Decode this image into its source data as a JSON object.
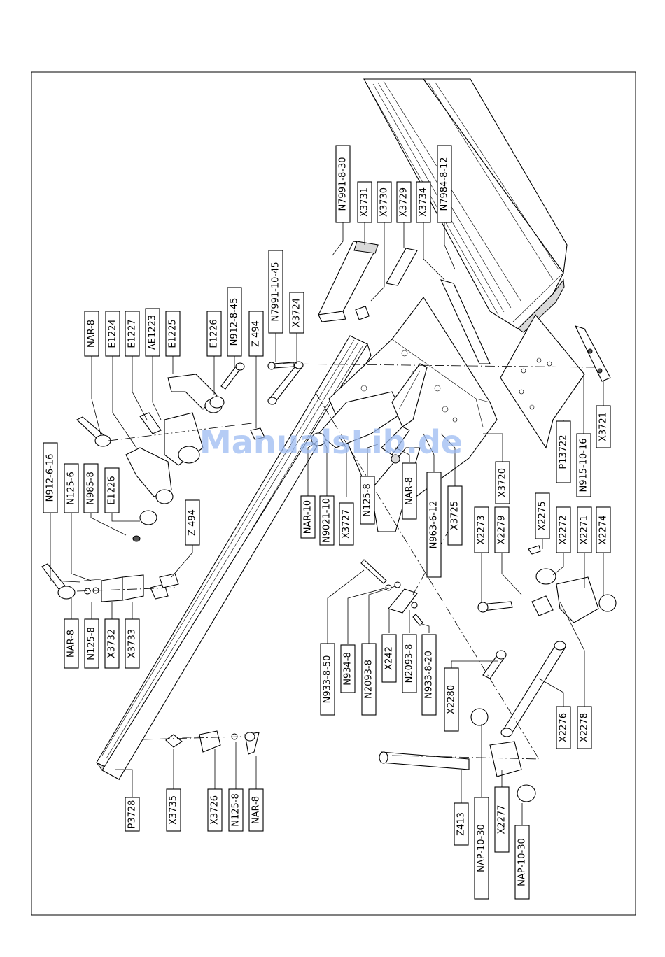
{
  "watermark": "ManualsLib.de",
  "labels": [
    "N7991-8-30",
    "X3731",
    "X3730",
    "X3729",
    "X3734",
    "N7984-8-12",
    "NAR-8",
    "E1224",
    "E1227",
    "AE1223",
    "E1225",
    "E1226",
    "N912-8-45",
    "Z 494",
    "N7991-10-45",
    "X3724",
    "N912-6-16",
    "N125-6",
    "N985-8",
    "E1226",
    "Z 494",
    "NAR-8",
    "N125-8",
    "X3732",
    "X3733",
    "NAR-10",
    "N9021-10",
    "X3727",
    "N125-8",
    "NAR-8",
    "N963-6-12",
    "X3725",
    "X3720",
    "P13722",
    "N915-10-16",
    "X3721",
    "X2275",
    "X2273",
    "X2279",
    "X2272",
    "X2271",
    "X2274",
    "N933-8-50",
    "N934-8",
    "N2093-8",
    "X242",
    "N2093-8",
    "N933-8-20",
    "X2280",
    "X2276",
    "X2278",
    "P3728",
    "X3735",
    "X3726",
    "N125-8",
    "NAR-8",
    "Z413",
    "NAP-10-30",
    "X2277",
    "NAP-10-30"
  ]
}
